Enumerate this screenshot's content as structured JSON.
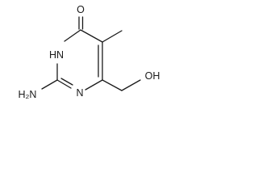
{
  "molecule": {
    "oxygen_label": "O",
    "nh_label": "HN",
    "n_label": "N",
    "nh2_label": "H₂N",
    "hydroxyl_label": "OH"
  }
}
